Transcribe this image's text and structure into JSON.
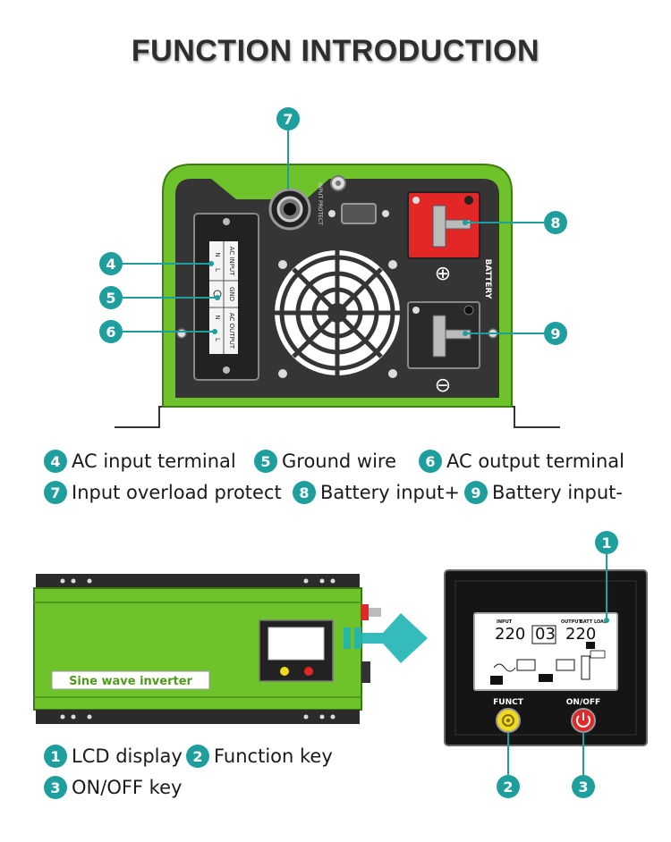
{
  "title": "FUNCTION INTRODUCTION",
  "colors": {
    "accent": "#1f9e9e",
    "green": "#6fc32a",
    "panel": "#333333",
    "red": "#e32626",
    "yellow": "#f2d91a"
  },
  "back_panel": {
    "label_input_protect": "INPUT PROTECT",
    "label_ac_input": "AC INPUT",
    "label_gnd": "GND",
    "label_ac_output": "AC OUTPUT",
    "label_n": "N",
    "label_l": "L",
    "label_battery": "BATTERY",
    "plus_symbol": "⊕",
    "minus_symbol": "⊖"
  },
  "front": {
    "sine_label": "Sine wave inverter",
    "funct": "FUNCT",
    "onoff": "ON/OFF",
    "lcd_input": "INPUT",
    "lcd_output": "OUTPUT",
    "lcd_battload": "BATT LOAD",
    "lcd_val1": "220",
    "lcd_val2": "03",
    "lcd_val3": "220"
  },
  "callouts": {
    "c1": "1",
    "c2": "2",
    "c3": "3",
    "c4": "4",
    "c5": "5",
    "c6": "6",
    "c7": "7",
    "c8": "8",
    "c9": "9"
  },
  "legend_top": [
    {
      "num": "4",
      "text": "AC input terminal"
    },
    {
      "num": "5",
      "text": "Ground wire"
    },
    {
      "num": "6",
      "text": "AC output terminal"
    },
    {
      "num": "7",
      "text": "Input overload protect"
    },
    {
      "num": "8",
      "text": "Battery input+"
    },
    {
      "num": "9",
      "text": "Battery input-"
    }
  ],
  "legend_bottom": [
    {
      "num": "1",
      "text": "LCD display"
    },
    {
      "num": "2",
      "text": "Function key"
    },
    {
      "num": "3",
      "text": "ON/OFF key"
    }
  ]
}
